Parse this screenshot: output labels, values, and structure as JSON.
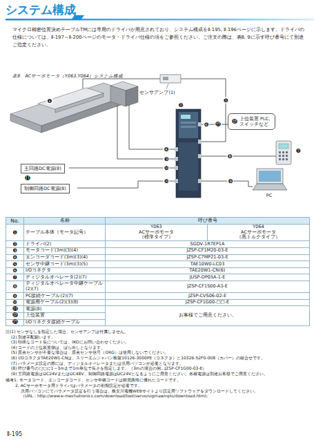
{
  "diagram": {
    "title": "システム構成",
    "caption": "表8　ACサーボモータ（Y063,Y064）システム構成",
    "nodes": [
      {
        "text": [
          "⓬",
          "上位装置 PLC, スイッチなど"
        ]
      },
      {
        "text": [
          "主回路DC電源(8)"
        ]
      },
      {
        "text": [
          "制御回路DC電源(8)"
        ]
      }
    ],
    "labels": [
      "❶",
      "❷",
      "❸",
      "❹",
      "❺",
      "❻",
      "❼",
      "❽",
      "❾",
      "❿",
      "❿",
      "⓫",
      "⓭",
      "センサアンプ(1)",
      "PC",
      "マイクロ精密位置決めテーブルTMには専用のドライバが用意されており、システム構成をⅡ-195, Ⅱ-196ページに示します。ドライバの仕様については、Ⅱ-197～Ⅱ-200ページのモータ・ドライバ仕様の項をご参照ください。ご注文の際は、表8, 9に示す呼び番号にて別途ご指定ください。",
      "No.",
      "名称",
      "呼び番号",
      "❶",
      "テーブル本体（モータ記号）",
      "Y063",
      "ACサーボモータ",
      "（標準タイプ）",
      "Y064",
      "ACサーボモータ",
      "（高トルクタイプ）",
      "❷",
      "ドライバ(2)",
      "SGDV-1R7EP1A",
      "❸",
      "モータコード(3m)(3)(4)",
      "JZSP-CF1M20-03-E",
      "❹",
      "エンコーダコード(3m)(3)(4)",
      "JZSP-C7MP21-03-E",
      "❺",
      "センサ中継コード(3m)(3)(5)",
      "TAE10W0-LC03",
      "❻",
      "I/Oコネクタ",
      "TAE20W1-CN(6)",
      "❼",
      "ディジタルオペレータ(2)(7)",
      "JUSP-OP05A-1-E",
      "❽",
      "ディジタルオペレータ中継ケーブル(2)(7)",
      "JZSP-CF1S00-A3-E",
      "❾",
      "PC接続ケーブル(2)(7)",
      "JZSP-CVS06-02-E",
      "❿",
      "電源用ケーブル(2)(3)(8)",
      "JZSP-CF1G00-□□-E",
      "⓫",
      "電源(8)",
      "お客様でご用意ください。",
      "⓬",
      "上位装置",
      "⓭",
      "I/Oコネクタ接続ケーブル",
      "注(1) センサなしを指定した場合、センサアンプは付属しません。",
      "(2) 別途手配願います。",
      "(3) 特殊なコード長については、IKOにお問い合わせください。",
      "(4) コードの上位装置側は、ばら出しとなります。",
      "(5) 原点センサが不要な場合は、原点センサ信号（ORG）は使用しないでください。",
      "(6) I/OコネクタTAE20W1-CNは、スリーエムジャパン株製10126-3000PE（コネクタ）と10326-52F0-008（カバー）の組合せです。",
      "(7) パラメータ設定の際には、ディジタルオペレータまたは汎用パソコンが必要となります。",
      "(8) 呼び番号の□□に1～3mまで1m単位で長さを指定します。（3mの場合の例…JZSP-CF1G00-03-E）",
      "(9) 主回路電源はDC24VまたはDC48V、制御回路電源はDC24Vとなるようにご用意ください。各種電源は別途お客様でご用意ください。",
      "備考1. モータコード、エンコーダコード、センサ中継コードは耐屈曲性に優れたコードです。",
      "2. ACサーボモータ用ドライバはパラメータの初期設定が必要です。",
      "汎用パソコンにてパラメータ設定を行う場合は、株安川電機WEBサイトより設定用ソフトウェアをダウンロードしてください。",
      "（URL：http://www.e-mechatronics.com/download/tool/servo/sigmawinpls/download.html）",
      "Ⅱ-195"
    ]
  }
}
